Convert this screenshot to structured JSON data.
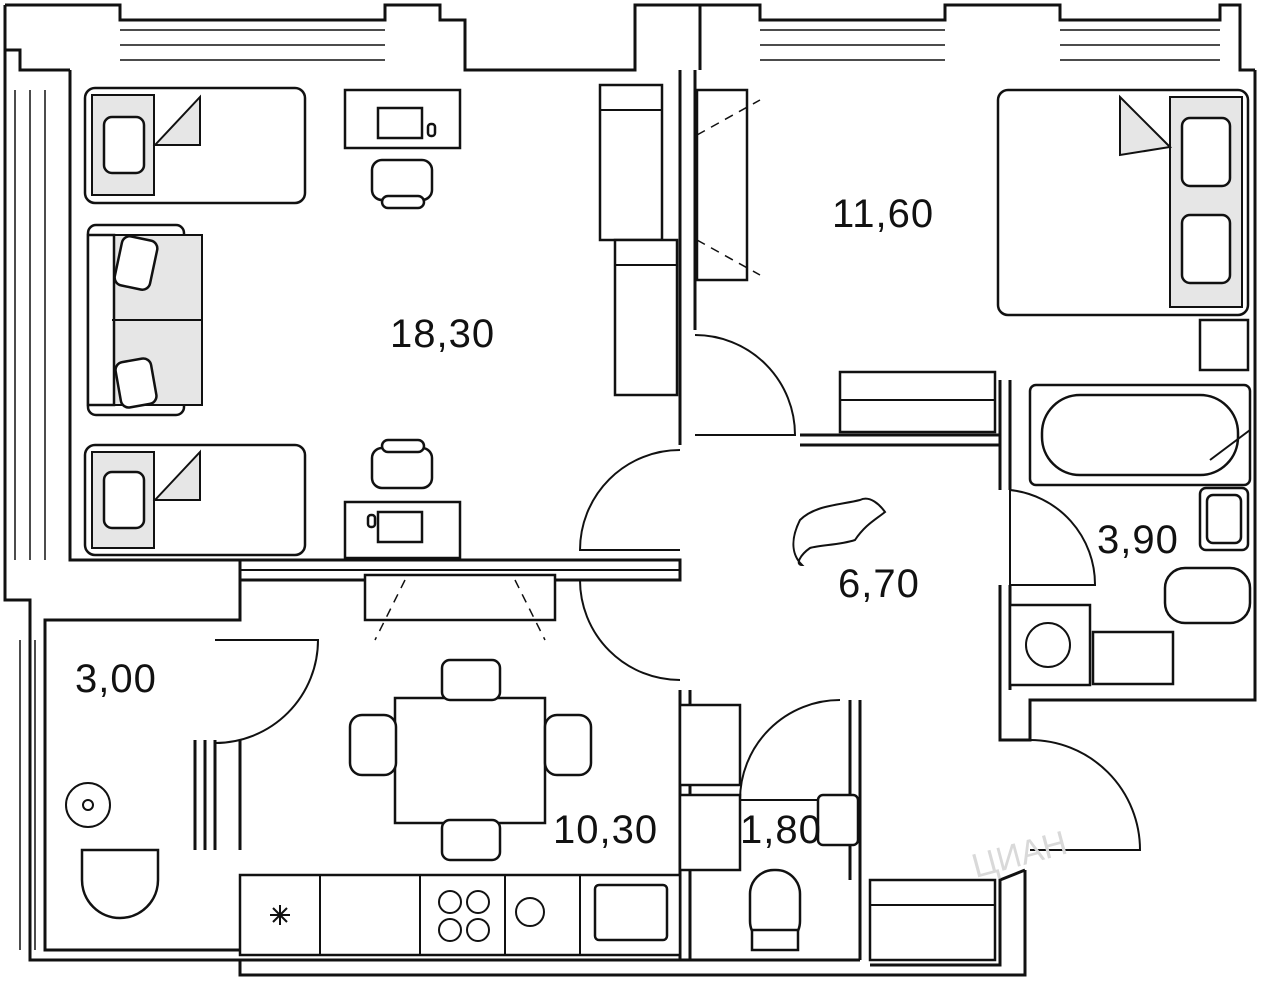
{
  "rooms": {
    "living_room": "18,30",
    "bedroom": "11,60",
    "hallway": "6,70",
    "bathroom": "3,90",
    "balcony": "3,00",
    "kitchen": "10,30",
    "toilet": "1,80"
  },
  "watermark": "ЦИАН",
  "icons": {
    "hob": "stove-icon",
    "fridge": "snowflake-icon"
  }
}
